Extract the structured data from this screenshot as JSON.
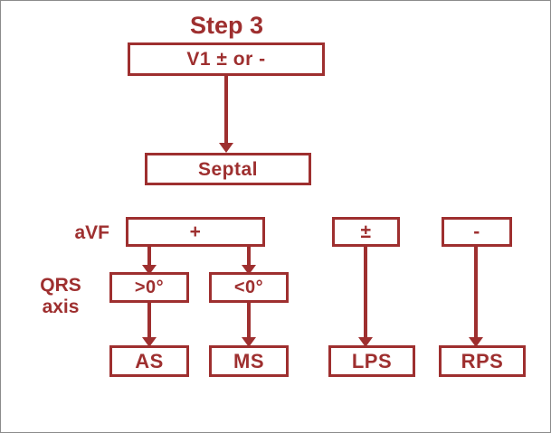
{
  "diagram": {
    "title": "Step 3",
    "accent_color": "#9e2f2f",
    "background_color": "#ffffff",
    "border_color": "#8c8c8c",
    "side_labels": [
      {
        "id": "avf",
        "text": "aVF"
      },
      {
        "id": "qrs-axis",
        "line1": "QRS",
        "line2": "axis"
      }
    ],
    "nodes": [
      {
        "id": "v1",
        "label": "V1 ± or -"
      },
      {
        "id": "septal",
        "label": "Septal"
      },
      {
        "id": "plus",
        "label": "+"
      },
      {
        "id": "pm",
        "label": "±"
      },
      {
        "id": "minus",
        "label": "-"
      },
      {
        "id": "gt0",
        "label": ">0°"
      },
      {
        "id": "lt0",
        "label": "<0°"
      },
      {
        "id": "as",
        "label": "AS"
      },
      {
        "id": "ms",
        "label": "MS"
      },
      {
        "id": "lps",
        "label": "LPS"
      },
      {
        "id": "rps",
        "label": "RPS"
      }
    ],
    "edges": [
      {
        "from": "v1",
        "to": "septal"
      },
      {
        "from": "plus",
        "to": "gt0"
      },
      {
        "from": "plus",
        "to": "lt0"
      },
      {
        "from": "gt0",
        "to": "as"
      },
      {
        "from": "lt0",
        "to": "ms"
      },
      {
        "from": "pm",
        "to": "lps"
      },
      {
        "from": "minus",
        "to": "rps"
      }
    ]
  }
}
